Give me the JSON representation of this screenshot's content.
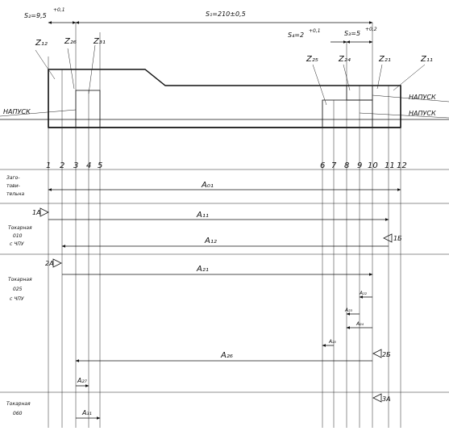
{
  "dimensions": {
    "s2": "S₂=9,5",
    "s2_tol": "+0,1",
    "s1": "S₁=210±0,5",
    "s4": "S₄=2",
    "s4_tol": "+0,1",
    "s3": "S₃=5",
    "s3_tol": "+0,2"
  },
  "allowance_labels": [
    "Z₁₂",
    "Z₂₆",
    "Z₃₁",
    "Z₂₅",
    "Z₂₄",
    "Z₂₁",
    "Z₁₁"
  ],
  "stock_label": "НАПУСК",
  "surface_numbers": [
    "1",
    "2",
    "3",
    "4",
    "5",
    "6",
    "7",
    "8",
    "9",
    "10",
    "11",
    "12"
  ],
  "operations": {
    "billet": [
      "Заго-",
      "тови-",
      "тельна"
    ],
    "op010": [
      "Токарная",
      "010",
      "с ЧПУ"
    ],
    "op025": [
      "Токарная",
      "025",
      "с ЧПУ"
    ],
    "op060": [
      "Токарная",
      "060"
    ]
  },
  "base_marks": {
    "m1a": "1А",
    "m1b": "1Б",
    "m2a": "2А",
    "m2b": "2Б",
    "m3a": "3А"
  },
  "dim_labels": {
    "a01": "A₀₁",
    "a11": "A₁₁",
    "a12": "A₁₂",
    "a21": "A₂₁",
    "a22": "A₂₂",
    "a23": "A₂₃",
    "a24": "A₂₄",
    "a25": "A₂₅",
    "a26": "A₂₆",
    "a27": "A₂₇",
    "a31": "A₃₁"
  }
}
